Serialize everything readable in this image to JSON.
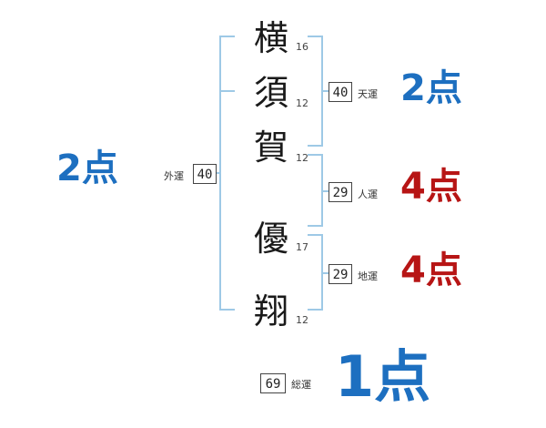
{
  "name_chars": [
    {
      "char": "横",
      "strokes": "16"
    },
    {
      "char": "須",
      "strokes": "12"
    },
    {
      "char": "賀",
      "strokes": "12"
    },
    {
      "char": "優",
      "strokes": "17"
    },
    {
      "char": "翔",
      "strokes": "12"
    }
  ],
  "fortunes": {
    "gaiun": {
      "label": "外運",
      "value": "40",
      "score": "2点"
    },
    "tenun": {
      "label": "天運",
      "value": "40",
      "score": "2点"
    },
    "jinun": {
      "label": "人運",
      "value": "29",
      "score": "4点"
    },
    "chiun": {
      "label": "地運",
      "value": "29",
      "score": "4点"
    },
    "souun": {
      "label": "総運",
      "value": "69",
      "score": "1点"
    }
  },
  "colors": {
    "bracket": "#9ec9e6",
    "score_blue": "#1d6fc0",
    "score_red": "#b71515"
  }
}
